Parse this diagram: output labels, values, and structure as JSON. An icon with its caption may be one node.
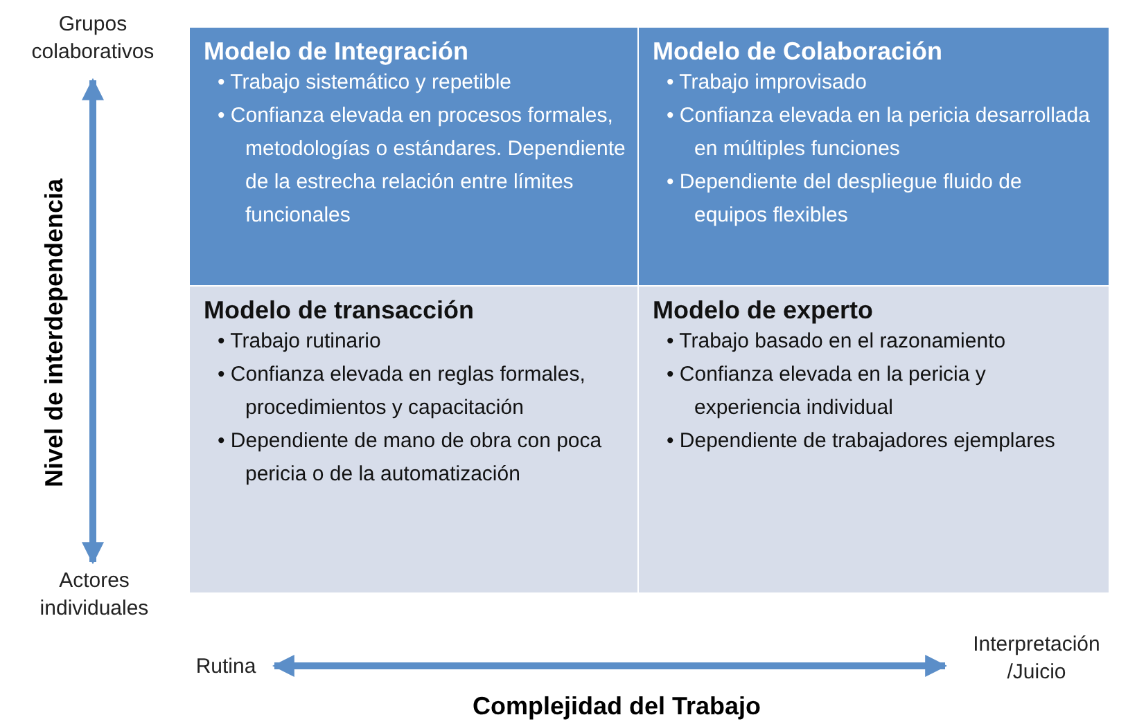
{
  "diagram": {
    "nodes": [
      {
        "text": [
          "Modelo de Integración",
          "• Trabajo sistemático y repetible",
          "• Confianza elevada en procesos formales, metodologías o estándares. Dependiente de la estrecha relación entre límites funcionales"
        ]
      },
      {
        "text": [
          "Modelo de Colaboración",
          "• Trabajo improvisado",
          "• Confianza elevada en la pericia desarrollada en múltiples funciones",
          "• Dependiente del despliegue fluido de equipos flexibles"
        ]
      },
      {
        "text": [
          "Modelo de transacción",
          "• Trabajo rutinario",
          "• Confianza elevada en reglas formales, procedimientos y capacitación",
          "• Dependiente  de mano de obra con poca pericia o de la automatización"
        ]
      },
      {
        "text": [
          "Modelo de experto",
          "• Trabajo basado en el razonamiento",
          "• Confianza elevada en la pericia y experiencia individual",
          "• Dependiente de trabajadores ejemplares"
        ]
      },
      {
        "text": [
          "Grupos colaborativos"
        ]
      },
      {
        "text": [
          "Actores individuales"
        ]
      },
      {
        "text": [
          "Rutina"
        ]
      },
      {
        "text": [
          "Interpretación /Juicio"
        ]
      }
    ],
    "edges": [
      {
        "from": 4,
        "to": 5,
        "arrow": "both"
      },
      {
        "from": 6,
        "to": 7,
        "arrow": "both"
      }
    ],
    "labels": [
      "Nivel de interdependencia",
      "Complejidad del Trabajo"
    ]
  }
}
